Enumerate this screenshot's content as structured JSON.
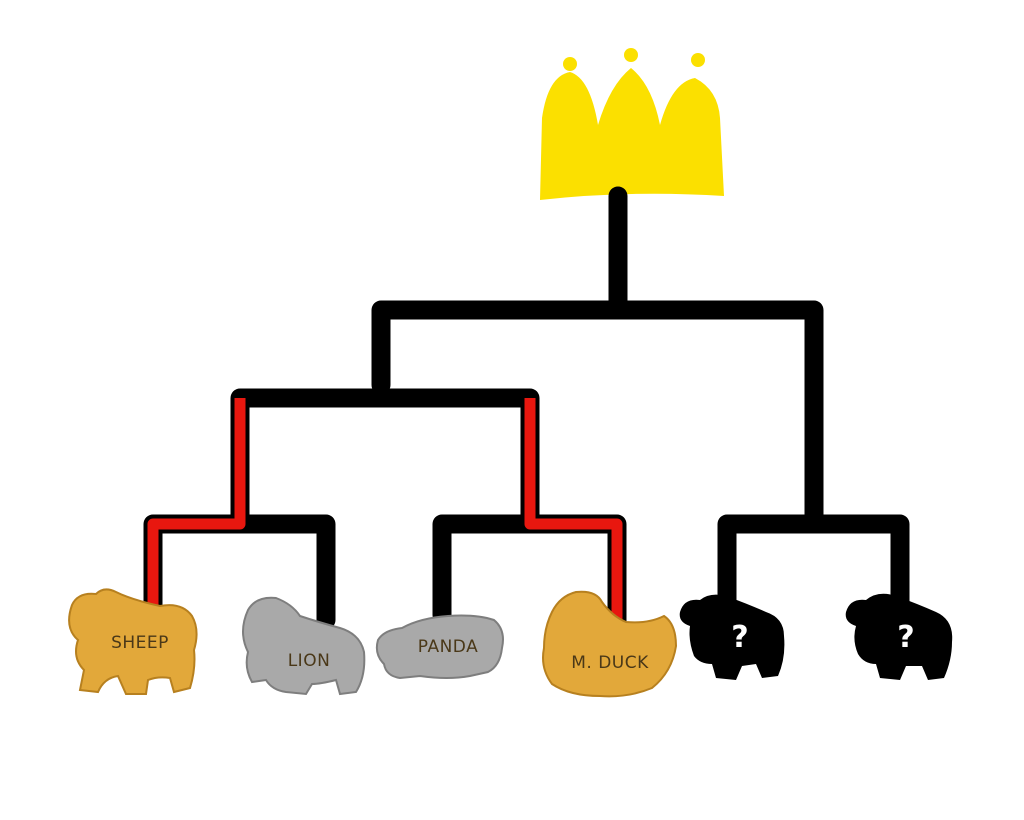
{
  "colors": {
    "background": "#ffffff",
    "bracket": "#000000",
    "winner_path": "#e8170f",
    "crown": "#fbe000",
    "cracker_gold": "#e2a83a",
    "cracker_gold_dark": "#b7801f",
    "cracker_grey": "#a9a9a9",
    "cracker_grey_dark": "#7e7e7e",
    "mystery": "#000000",
    "label_text": "#4a3818",
    "question_mark": "#ffffff"
  },
  "crown": {
    "icon": "crown-icon"
  },
  "contestants": [
    {
      "label": "SHEEP",
      "status": "advancing",
      "icon": "sheep-cracker-icon"
    },
    {
      "label": "LION",
      "status": "eliminated",
      "icon": "lion-cracker-icon"
    },
    {
      "label": "PANDA",
      "status": "eliminated",
      "icon": "panda-cracker-icon"
    },
    {
      "label": "M. DUCK",
      "status": "advancing",
      "icon": "duck-cracker-icon"
    },
    {
      "label": "?",
      "status": "unknown",
      "icon": "mystery-cracker-icon"
    },
    {
      "label": "?",
      "status": "unknown",
      "icon": "mystery-cracker-icon"
    }
  ]
}
